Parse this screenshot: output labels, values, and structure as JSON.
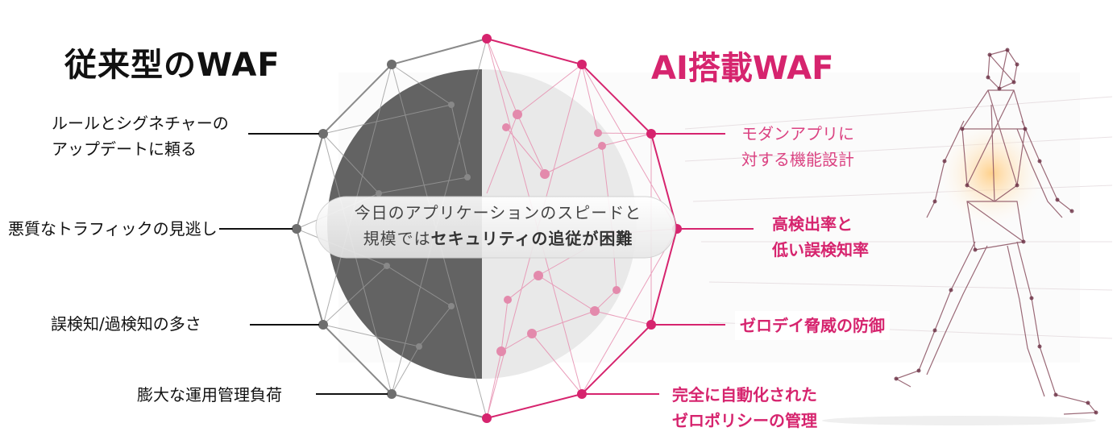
{
  "left_title": "従来型のWAF",
  "right_title": "AI搭載WAF",
  "left_items": [
    {
      "line1": "ルールとシグネチャーの",
      "line2": "アップデートに頼る"
    },
    {
      "line1": "悪質なトラフィックの見逃し"
    },
    {
      "line1": "誤検知/過検知の多さ"
    },
    {
      "line1": "膨大な運用管理負荷"
    }
  ],
  "right_items": [
    {
      "line1": "モダンアプリに",
      "line2": "対する機能設計"
    },
    {
      "line1": "高検出率と",
      "line2": "低い誤検知率"
    },
    {
      "line1": "ゼロデイ脅威の防御"
    },
    {
      "line1": "完全に自動化された",
      "line2": "ゼロポリシーの管理"
    }
  ],
  "center": {
    "line1": "今日のアプリケーションのスピードと",
    "line2_plain": "規模では",
    "line2_bold": "セキュリティの追従が困難"
  },
  "colors": {
    "pink": "#d6246e",
    "dark_gray": "#666666",
    "light_gray": "#e6e6e6"
  },
  "icons": [
    "network-mesh-icon",
    "walking-wireframe-figure-icon"
  ]
}
